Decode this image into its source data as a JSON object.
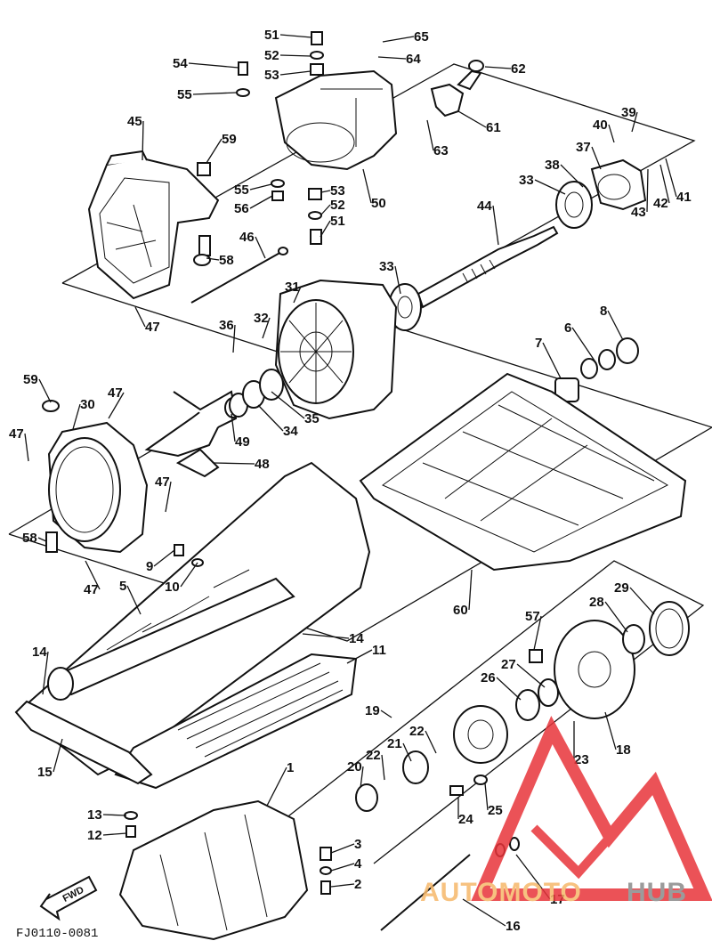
{
  "diagram_code": "FJ0110-0081",
  "direction_label": "FWD",
  "watermark": {
    "part1": "AUTOMOTO",
    "part2": "HUB",
    "accent_color": "#e8343a",
    "orange": "#f6b86a",
    "gray": "#8a8a8a"
  },
  "callouts": [
    "1",
    "2",
    "3",
    "4",
    "5",
    "6",
    "7",
    "8",
    "9",
    "10",
    "11",
    "12",
    "13",
    "14",
    "14",
    "15",
    "16",
    "17",
    "18",
    "19",
    "20",
    "21",
    "22",
    "22",
    "23",
    "24",
    "25",
    "26",
    "27",
    "28",
    "29",
    "30",
    "31",
    "32",
    "33",
    "33",
    "34",
    "35",
    "36",
    "37",
    "38",
    "39",
    "40",
    "41",
    "42",
    "43",
    "44",
    "45",
    "46",
    "47",
    "47",
    "47",
    "47",
    "47",
    "48",
    "49",
    "50",
    "51",
    "51",
    "52",
    "52",
    "53",
    "53",
    "54",
    "55",
    "55",
    "56",
    "57",
    "58",
    "58",
    "59",
    "59",
    "60",
    "61",
    "62",
    "63",
    "64",
    "65"
  ]
}
